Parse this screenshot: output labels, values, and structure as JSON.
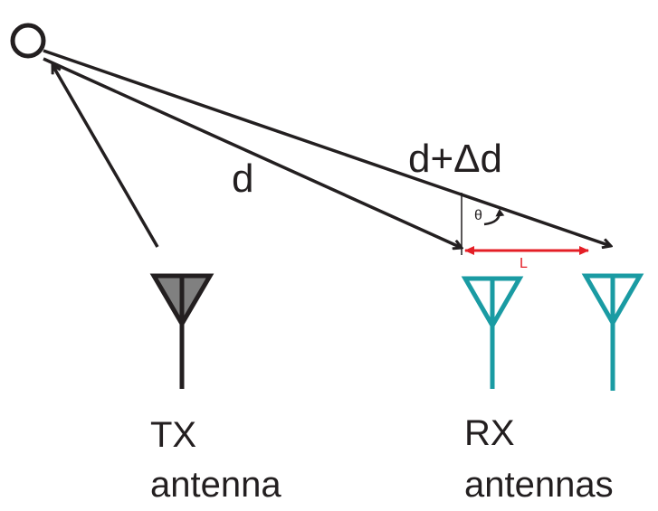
{
  "labels": {
    "d": "d",
    "d_plus_delta_d": "d+Δd",
    "theta": "θ",
    "L": "L",
    "tx_line1": "TX",
    "tx_line2": "antenna",
    "rx_line1": "RX",
    "rx_line2": "antennas"
  },
  "colors": {
    "stroke": "#231f20",
    "tx_fill": "#808080",
    "rx": "#1a9ba3",
    "baseline": "#e41e26"
  },
  "icons": {
    "source": "circle-icon",
    "tx": "antenna-icon",
    "rx": "antenna-icon"
  }
}
